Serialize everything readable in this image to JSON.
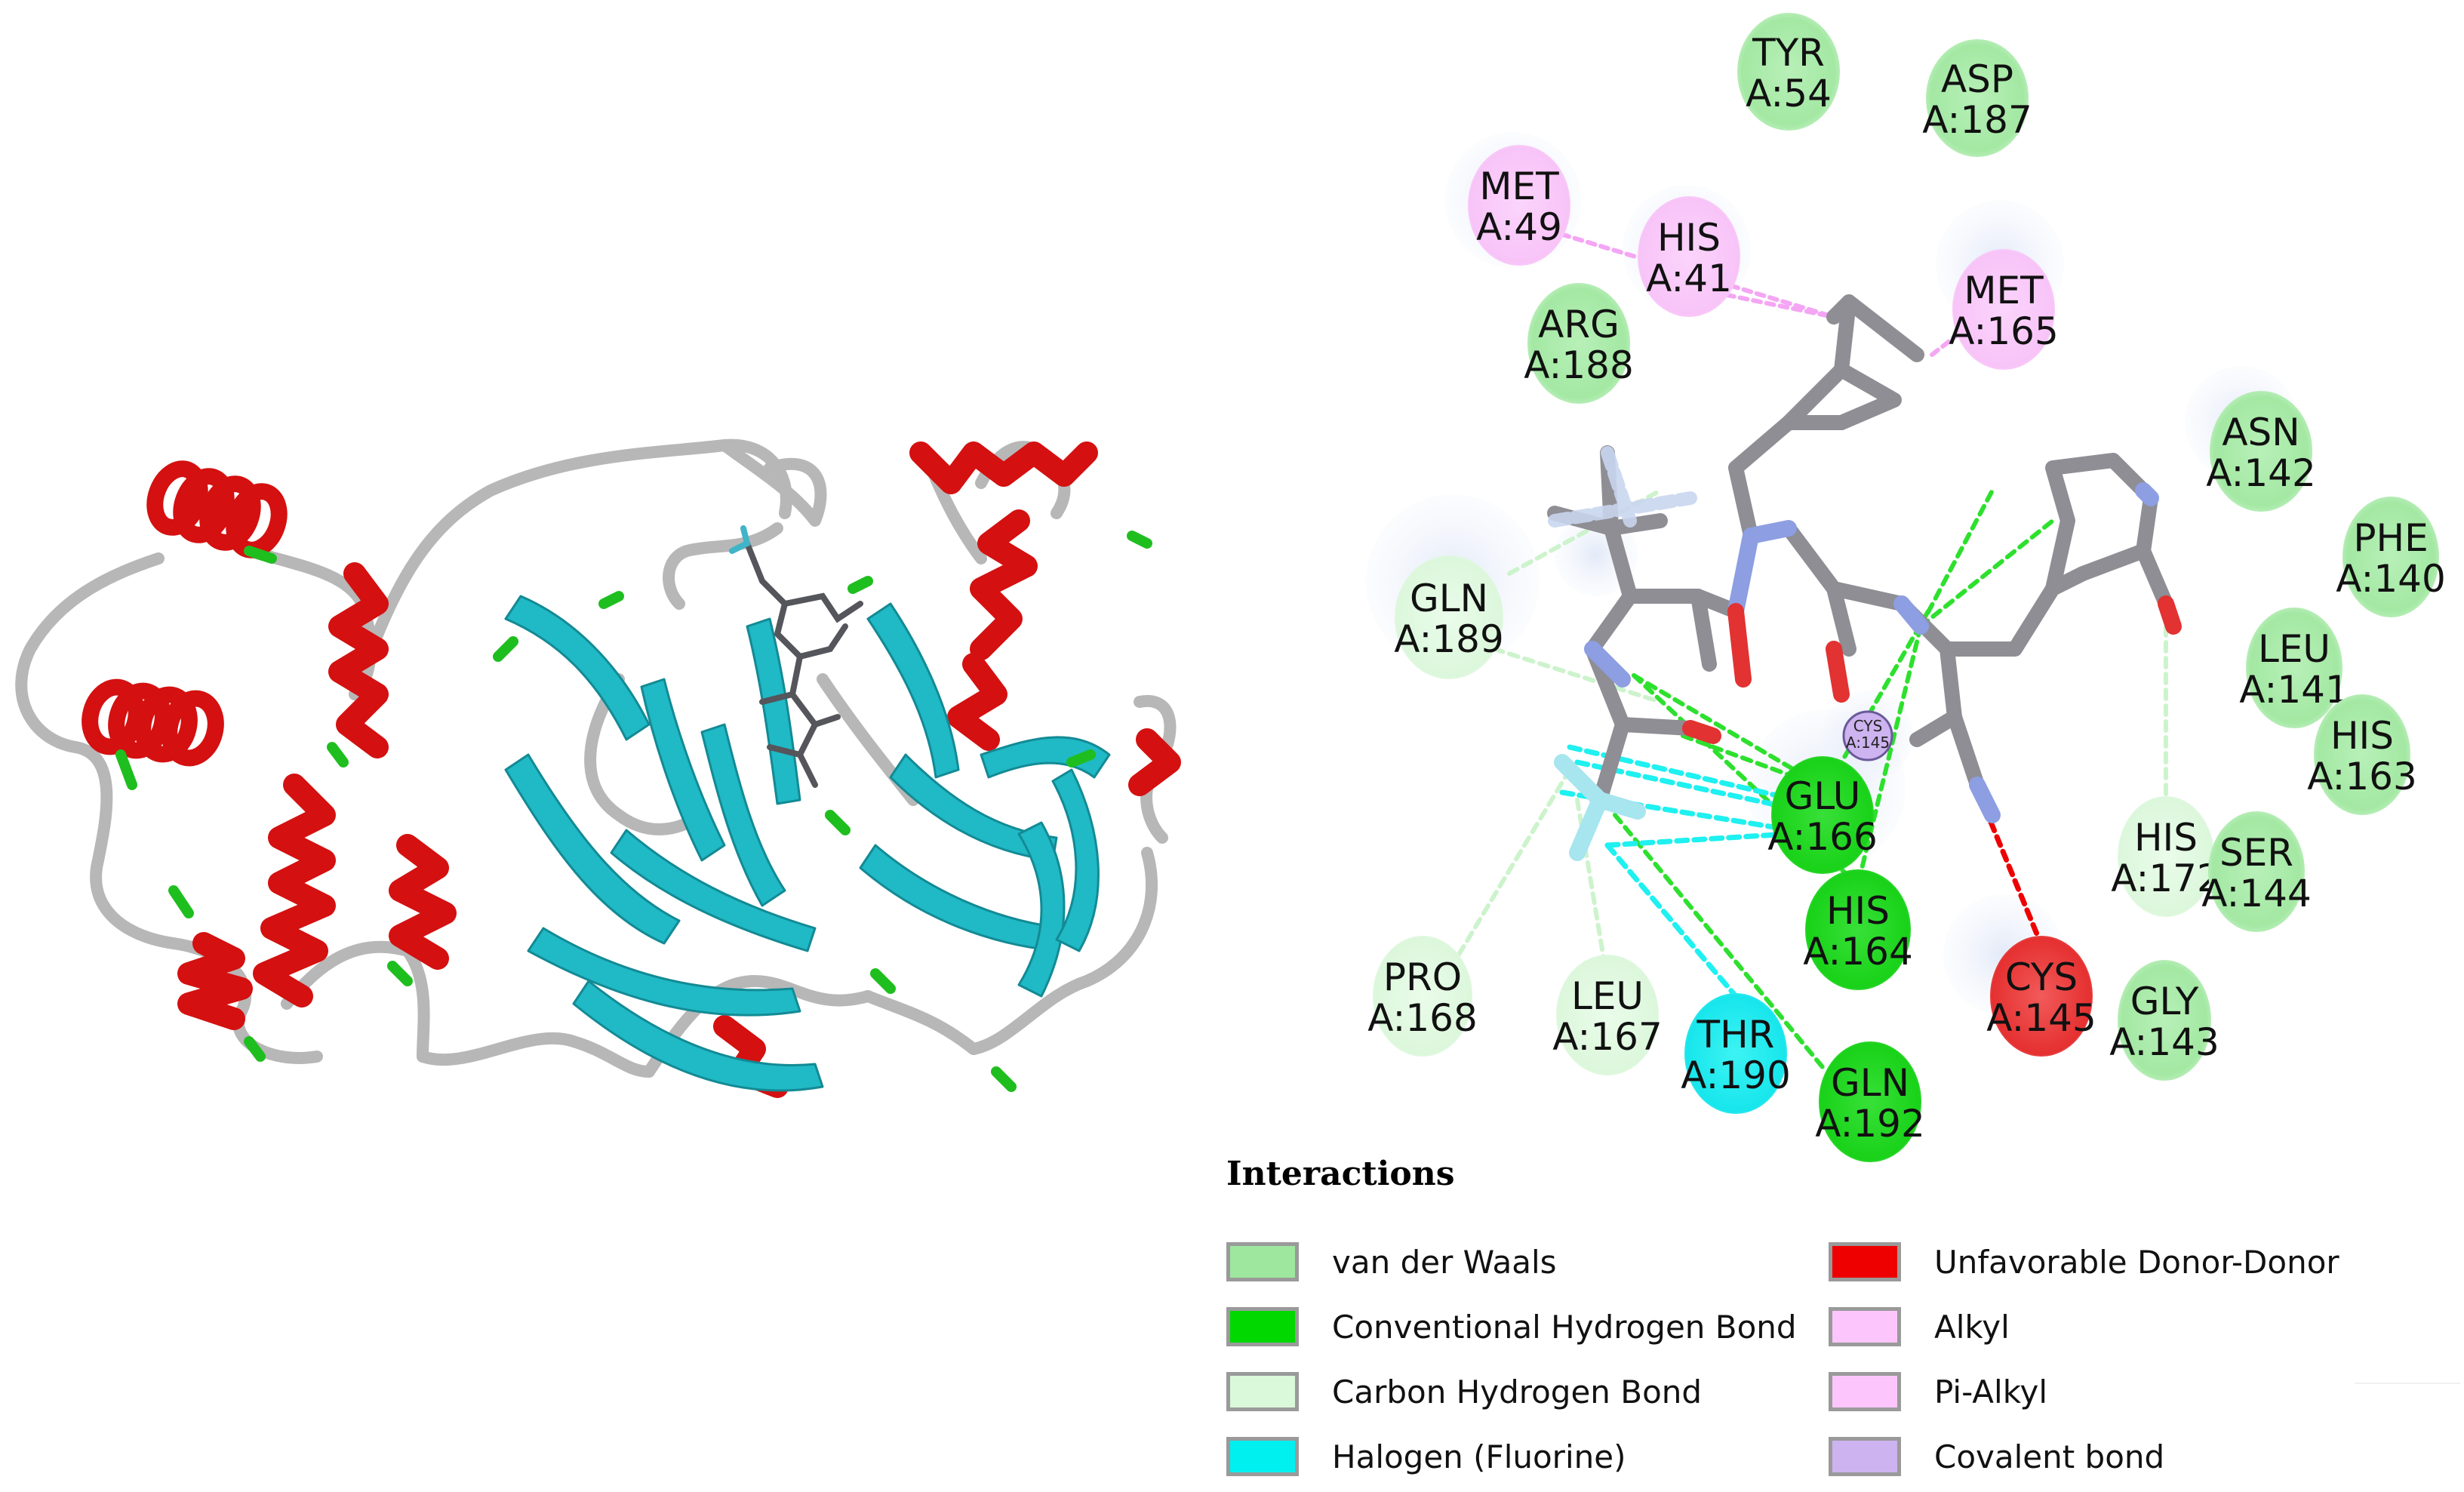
{
  "colors": {
    "helix": "#d80f0f",
    "sheet": "#20b9c6",
    "turn": "#22c022",
    "coil": "#b8b8b8",
    "ligand": "#8e8e94"
  },
  "residues": [
    {
      "name": "TYR",
      "pos": "A:54",
      "type": "vdw"
    },
    {
      "name": "ASP",
      "pos": "A:187",
      "type": "vdw"
    },
    {
      "name": "MET",
      "pos": "A:49",
      "type": "alkyl"
    },
    {
      "name": "HIS",
      "pos": "A:41",
      "type": "alkyl"
    },
    {
      "name": "MET",
      "pos": "A:165",
      "type": "alkyl"
    },
    {
      "name": "ARG",
      "pos": "A:188",
      "type": "vdw"
    },
    {
      "name": "ASN",
      "pos": "A:142",
      "type": "vdw"
    },
    {
      "name": "PHE",
      "pos": "A:140",
      "type": "vdw"
    },
    {
      "name": "GLN",
      "pos": "A:189",
      "type": "carbon"
    },
    {
      "name": "LEU",
      "pos": "A:141",
      "type": "vdw"
    },
    {
      "name": "HIS",
      "pos": "A:163",
      "type": "vdw"
    },
    {
      "name": "GLU",
      "pos": "A:166",
      "type": "hbond"
    },
    {
      "name": "HIS",
      "pos": "A:172",
      "type": "carbon"
    },
    {
      "name": "SER",
      "pos": "A:144",
      "type": "vdw"
    },
    {
      "name": "HIS",
      "pos": "A:164",
      "type": "hbond"
    },
    {
      "name": "PRO",
      "pos": "A:168",
      "type": "carbon"
    },
    {
      "name": "LEU",
      "pos": "A:167",
      "type": "carbon"
    },
    {
      "name": "THR",
      "pos": "A:190",
      "type": "halogen"
    },
    {
      "name": "CYS",
      "pos": "A:145",
      "type": "unfav"
    },
    {
      "name": "GLY",
      "pos": "A:143",
      "type": "vdw"
    },
    {
      "name": "GLN",
      "pos": "A:192",
      "type": "hbond"
    }
  ],
  "covalent_site": {
    "name": "CYS",
    "pos": "A:145"
  },
  "legend": {
    "title": "Interactions",
    "items": [
      {
        "label": "van der Waals",
        "color": "#9ee79e"
      },
      {
        "label": "Conventional Hydrogen Bond",
        "color": "#00d800"
      },
      {
        "label": "Carbon Hydrogen Bond",
        "color": "#daf8da"
      },
      {
        "label": "Halogen (Fluorine)",
        "color": "#00f0f0"
      },
      {
        "label": "Unfavorable Donor-Donor",
        "color": "#ee0000"
      },
      {
        "label": "Alkyl",
        "color": "#fcc6fc"
      },
      {
        "label": "Pi-Alkyl",
        "color": "#fcc6fc"
      },
      {
        "label": "Covalent bond",
        "color": "#cdb3ef"
      }
    ]
  }
}
